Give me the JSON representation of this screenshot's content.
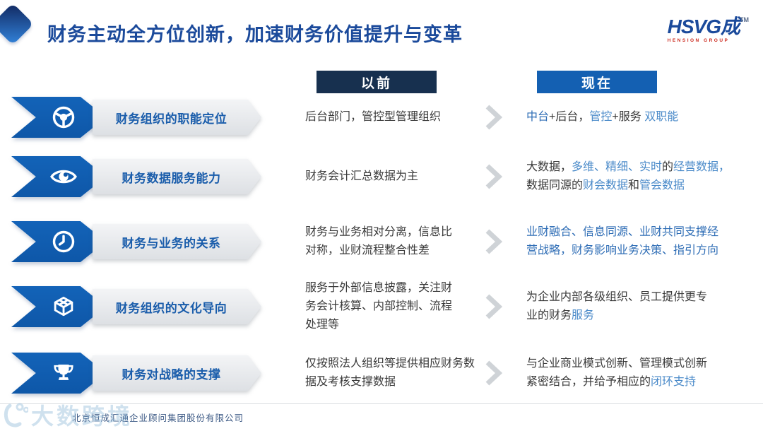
{
  "header": {
    "title": "财务主动全方位创新，加速财务价值提升与变革",
    "logo_text": "HSVG成",
    "logo_tm": "TM",
    "logo_subtext": "HENSION GROUP"
  },
  "columns": {
    "before": "以前",
    "now": "现在"
  },
  "rows": [
    {
      "icon": "steering-wheel-icon",
      "label": "财务组织的职能定位",
      "before": [
        {
          "t": "后台部门，管控型管理组织",
          "c": "dark"
        }
      ],
      "after": [
        {
          "t": "中台",
          "c": "blue"
        },
        {
          "t": "+后台，",
          "c": "dark"
        },
        {
          "t": "管控",
          "c": "lightblue"
        },
        {
          "t": "+",
          "c": "dark"
        },
        {
          "t": "服务 ",
          "c": "dark"
        },
        {
          "t": "双职能",
          "c": "lightblue"
        }
      ]
    },
    {
      "icon": "eye-icon",
      "label": "财务数据服务能力",
      "before": [
        {
          "t": "财务会计汇总数据为主",
          "c": "dark"
        }
      ],
      "after": [
        {
          "t": "大数据，",
          "c": "dark"
        },
        {
          "t": "多维、精细、实时",
          "c": "lightblue"
        },
        {
          "t": "的",
          "c": "dark"
        },
        {
          "t": "经营数据，",
          "c": "lightblue"
        },
        {
          "t": "数据同源的",
          "c": "dark"
        },
        {
          "t": "财会数据",
          "c": "lightblue"
        },
        {
          "t": "和",
          "c": "dark"
        },
        {
          "t": "管会数据",
          "c": "lightblue"
        }
      ]
    },
    {
      "icon": "clock-icon",
      "label": "财务与业务的关系",
      "before": [
        {
          "t": "财务与业务相对分离，信息比对称，业财流程整合性差",
          "c": "dark"
        }
      ],
      "after": [
        {
          "t": "业财融合、信息同源、业财共同支撑经营战略，财务影响业务决策、指引方向",
          "c": "blue"
        }
      ]
    },
    {
      "icon": "cube-icon",
      "label": "财务组织的文化导向",
      "before": [
        {
          "t": "服务于外部信息披露，关注财务会计核算、内部控制、流程处理等",
          "c": "dark"
        }
      ],
      "after": [
        {
          "t": "为企业内部各级组织、员工提供更专业的财务",
          "c": "dark"
        },
        {
          "t": "服务",
          "c": "lightblue"
        }
      ]
    },
    {
      "icon": "trophy-icon",
      "label": "财务对战略的支撑",
      "before": [
        {
          "t": "仅按照法人组织等提供相应财务数据及考核支撑数据",
          "c": "dark"
        }
      ],
      "after": [
        {
          "t": "与企业商业模式创新、管理模式创新紧密结合，并给予相应的",
          "c": "dark"
        },
        {
          "t": "闭环支持",
          "c": "lightblue"
        }
      ]
    }
  ],
  "separator_icon": "chevron-right-icon",
  "footer": {
    "company": "北京恒成汇通企业顾问集团股份有限公司",
    "watermark": "大数跨境"
  },
  "colors": {
    "title": "#1b4a9b",
    "arrow_blue": "#0e57a8",
    "header_before_bg": "#17304f",
    "header_now_bg": "#1460b2",
    "label_blue": "#1a5dab",
    "text_dark": "#3a3a3a",
    "text_blue": "#2d6cb5",
    "text_lightblue": "#4a8ac9",
    "logo_red": "#cc2a1e",
    "chevron_gray": "#cfd3d7",
    "watermark_blue": "#8fb8d8",
    "footer_text": "#3d5a85"
  }
}
